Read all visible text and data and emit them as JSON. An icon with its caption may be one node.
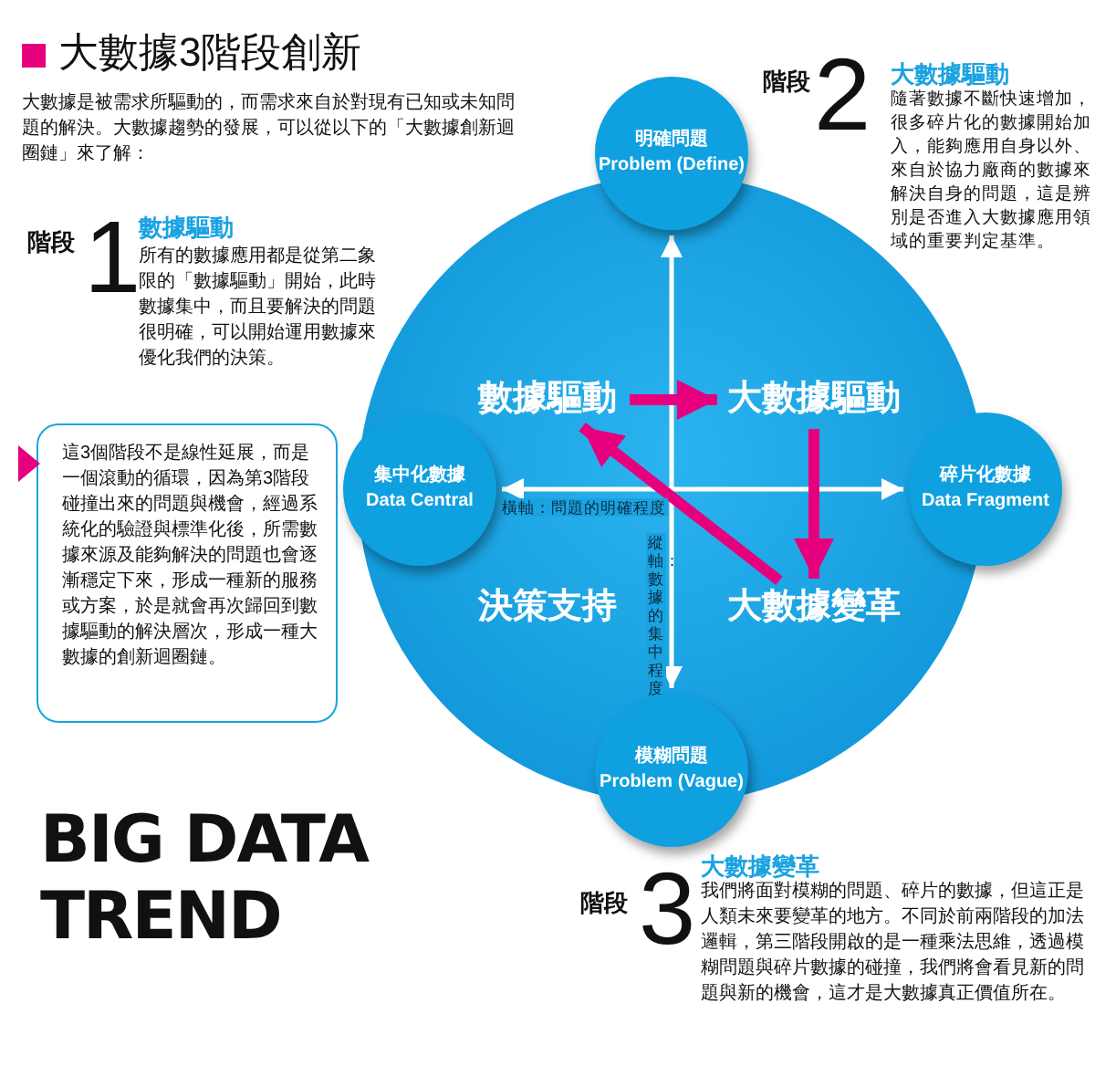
{
  "diagram": {
    "title": "大數據3階段創新",
    "nodes": [
      {
        "text": [],
        "shape": "circle"
      },
      {
        "text": [
          "明確問題",
          "Problem (Define)"
        ]
      },
      {
        "text": [
          "集中化數據",
          "Data Central"
        ]
      },
      {
        "text": [
          "碎片化數據",
          "Data Fragment"
        ]
      },
      {
        "text": [
          "模糊問題",
          "Problem (Vague)"
        ]
      },
      {
        "text": [
          "數據驅動"
        ],
        "in": 0
      },
      {
        "text": [
          "大數據驅動"
        ],
        "in": 0
      },
      {
        "text": [
          "決策支持"
        ],
        "in": 0
      },
      {
        "text": [
          "大數據變革"
        ],
        "in": 0
      },
      {
        "text": [
          "這3個階段不是線性延展，而是一個滾動的循環，因為第3階段碰撞出來的問題與機會，經過系統化的驗證與標準化後，所需數據來源及能夠解決的問題也會逐漸穩定下來，形成一種新的服務或方案，於是就會再次歸回到數據驅動的解決層次，形成一種大數據的創新迴圈鏈。"
        ]
      }
    ],
    "edges": [
      {
        "from": 2,
        "to": 3,
        "arrow": "both",
        "label": "橫軸：問題的明確程度",
        "color": "#ffffff"
      },
      {
        "from": 4,
        "to": 1,
        "arrow": "both",
        "label": "縱軸：數據的集中程度",
        "color": "#ffffff"
      },
      {
        "from": 5,
        "to": 6,
        "arrow": "to"
      },
      {
        "from": 6,
        "to": 8,
        "arrow": "to"
      },
      {
        "from": 8,
        "to": 5,
        "arrow": "to"
      }
    ],
    "labels": [
      "大數據是被需求所驅動的，而需求來自於對現有已知或未知問題的解決。大數據趨勢的發展，可以從以下的「大數據創新迴圈鏈」來了解：",
      "階段",
      "1",
      "數據驅動",
      "所有的數據應用都是從第二象限的「數據驅動」開始，此時數據集中，而且要解決的問題很明確，可以開始運用數據來優化我們的決策。",
      "階段",
      "2",
      "大數據驅動",
      "隨著數據不斷快速增加，很多碎片化的數據開始加入，能夠應用自身以外、來自於協力廠商的數據來解決自身的問題，這是辨別是否進入大數據應用領域的重要判定基準。",
      "BIG DATA TREND",
      "階段",
      "3",
      "大數據變革",
      "我們將面對模糊的問題、碎片的數據，但這正是人類未來要變革的地方。不同於前兩階段的加法邏輯，第三階段開啟的是一種乘法思維，透過模糊問題與碎片數據的碰撞，我們將會看見新的問題與新的機會，這才是大數據真正價值所在。"
    ]
  }
}
